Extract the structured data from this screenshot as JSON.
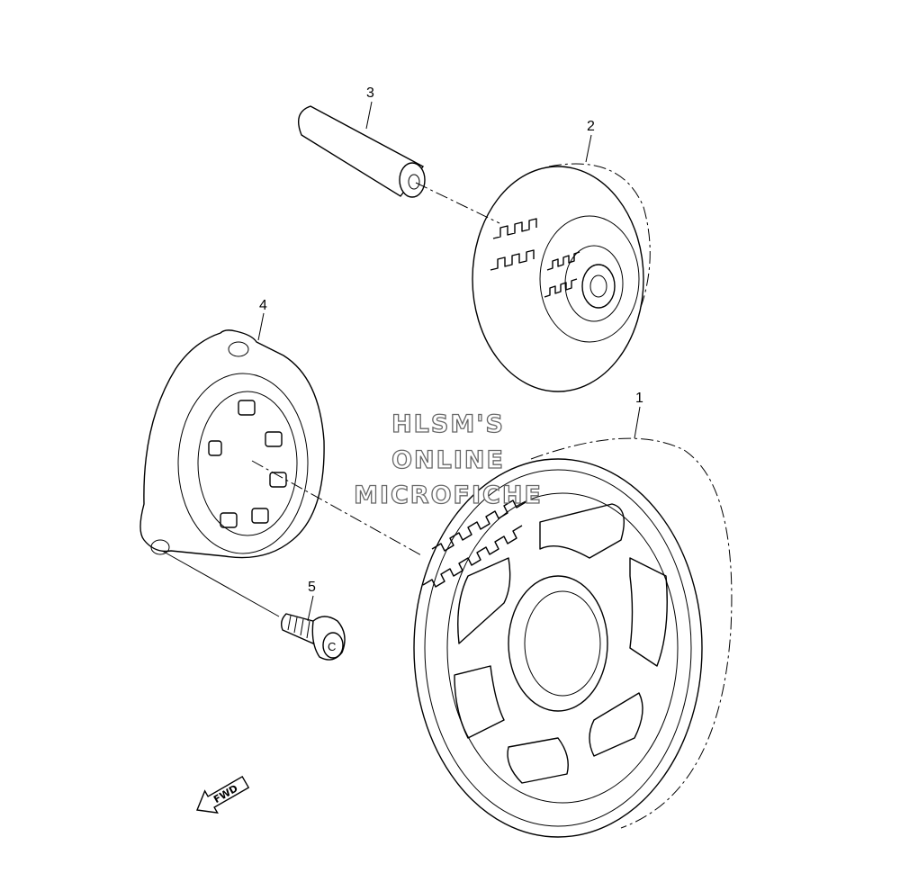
{
  "callouts": [
    "1",
    "2",
    "3",
    "4",
    "5"
  ],
  "watermark": {
    "line1": "HLSM'S",
    "line2": "ONLINE",
    "line3": "MICROFICHE"
  },
  "fwd_label": "FWD",
  "screw_mark": "C"
}
